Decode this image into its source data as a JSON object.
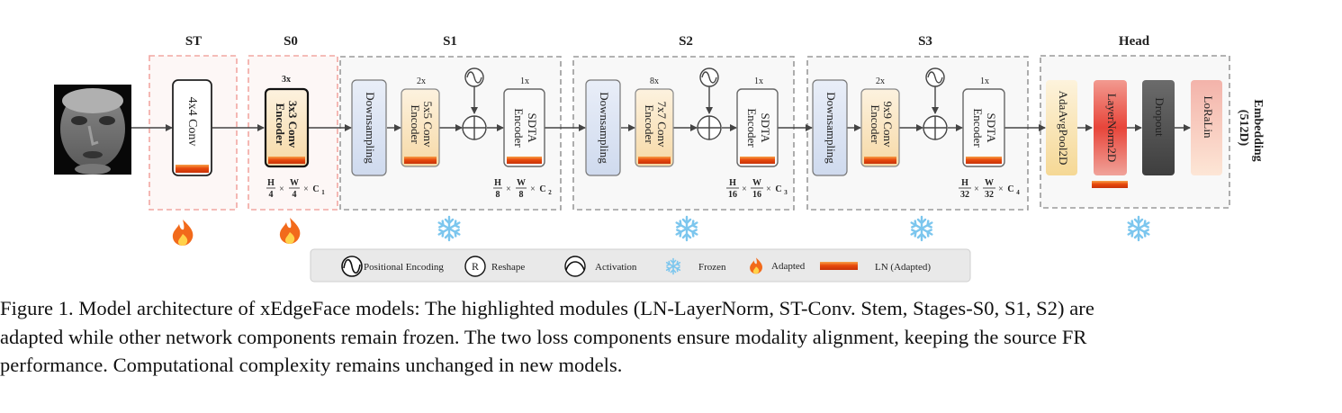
{
  "stages": {
    "st": "ST",
    "s0": "S0",
    "s1": "S1",
    "s2": "S2",
    "s3": "S3",
    "head": "Head"
  },
  "blocks": {
    "conv4x4": "4x4 Conv",
    "s0_repeat": "3x",
    "s0_encoder_l1": "3x3 Conv",
    "s0_encoder_l2": "Encoder",
    "downsampling": "Downsampling",
    "s1_repeat": "2x",
    "s1_encoder_l1": "5x5 Conv",
    "s1_encoder_l2": "Encoder",
    "s2_repeat": "8x",
    "s2_encoder_l1": "7x7 Conv",
    "s2_encoder_l2": "Encoder",
    "s3_repeat": "2x",
    "s3_encoder_l1": "9x9 Conv",
    "s3_encoder_l2": "Encoder",
    "sdta_repeat": "1x",
    "sdta_l1": "SDTA",
    "sdta_l2": "Encoder",
    "adaavgpool": "AdaAvgPool2D",
    "layernorm": "LayerNorm2D",
    "dropout": "Dropout",
    "loralin": "LoRaLin"
  },
  "embedding": {
    "line1": "Embedding",
    "line2": "(512D)"
  },
  "dims": {
    "s0": {
      "h": "H",
      "hd": "4",
      "w": "W",
      "wd": "4",
      "c": "C",
      "ci": "1"
    },
    "s1": {
      "h": "H",
      "hd": "8",
      "w": "W",
      "wd": "8",
      "c": "C",
      "ci": "2"
    },
    "s2": {
      "h": "H",
      "hd": "16",
      "w": "W",
      "wd": "16",
      "c": "C",
      "ci": "3"
    },
    "s3": {
      "h": "H",
      "hd": "32",
      "w": "W",
      "wd": "32",
      "c": "C",
      "ci": "4"
    }
  },
  "legend": {
    "positional": "Positional Encoding",
    "reshape_symbol": "R",
    "reshape": "Reshape",
    "activation": "Activation",
    "frozen": "Frozen",
    "adapted": "Adapted",
    "ln": "LN (Adapted)"
  },
  "caption": {
    "line1": "Figure 1. Model architecture of xEdgeFace models: The highlighted modules (LN-LayerNorm, ST-Conv. Stem, Stages-S0, S1, S2) are",
    "line2": "adapted while other network components remain frozen. The two loss components ensure modality alignment, keeping the source FR",
    "line3": "performance. Computational complexity remains unchanged in new models."
  },
  "colors": {
    "adapted_border": "#f2a7a2",
    "frozen_border": "#9a9a9a",
    "ln_bar": "#e8480c",
    "encoder_fill": "#fbe6c6",
    "downsampling_fill": "#dde6f3",
    "frozen_icon": "#7cc6ee",
    "flame": "#f26a1b"
  }
}
